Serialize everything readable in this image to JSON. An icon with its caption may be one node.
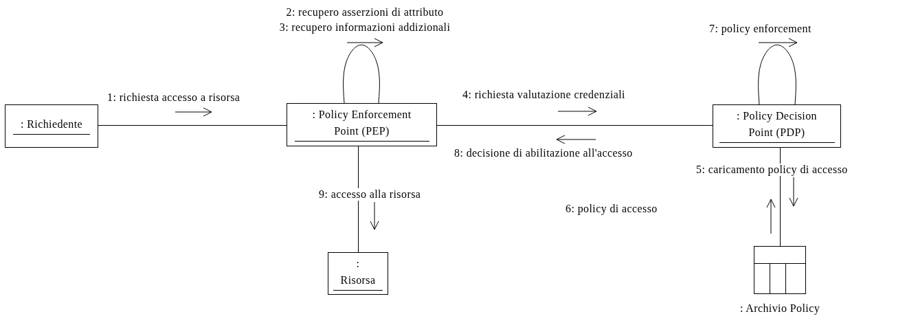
{
  "diagram": {
    "nodes": [
      {
        "text": [
          ": Richiedente"
        ]
      },
      {
        "text": [
          ": Policy Enforcement Point (PEP)"
        ]
      },
      {
        "text": [
          ": Policy Decision Point (PDP)"
        ]
      },
      {
        "text": [
          ": Risorsa"
        ]
      },
      {
        "text": [
          ": Archivio Policy"
        ]
      }
    ],
    "edges": [
      {
        "from": 0,
        "to": 1,
        "arrow": "none",
        "label": "1: richiesta accesso a risorsa"
      },
      {
        "from": 1,
        "to": 1,
        "arrow": "none"
      },
      {
        "from": 1,
        "to": 2,
        "arrow": "none",
        "label": "4: richiesta valutazione credenziali"
      },
      {
        "from": 2,
        "to": 2,
        "arrow": "none",
        "label": "7: policy enforcement"
      },
      {
        "from": 1,
        "to": 3,
        "arrow": "none",
        "label": "9: accesso alla risorsa"
      },
      {
        "from": 2,
        "to": 4,
        "arrow": "none",
        "label": "5: caricamento policy di accesso"
      }
    ],
    "labels": [
      "2: recupero asserzioni di attributo",
      "3: recupero informazioni addizionali",
      "8: decisione di abilitazione all'accesso",
      "6: policy di accesso"
    ]
  }
}
